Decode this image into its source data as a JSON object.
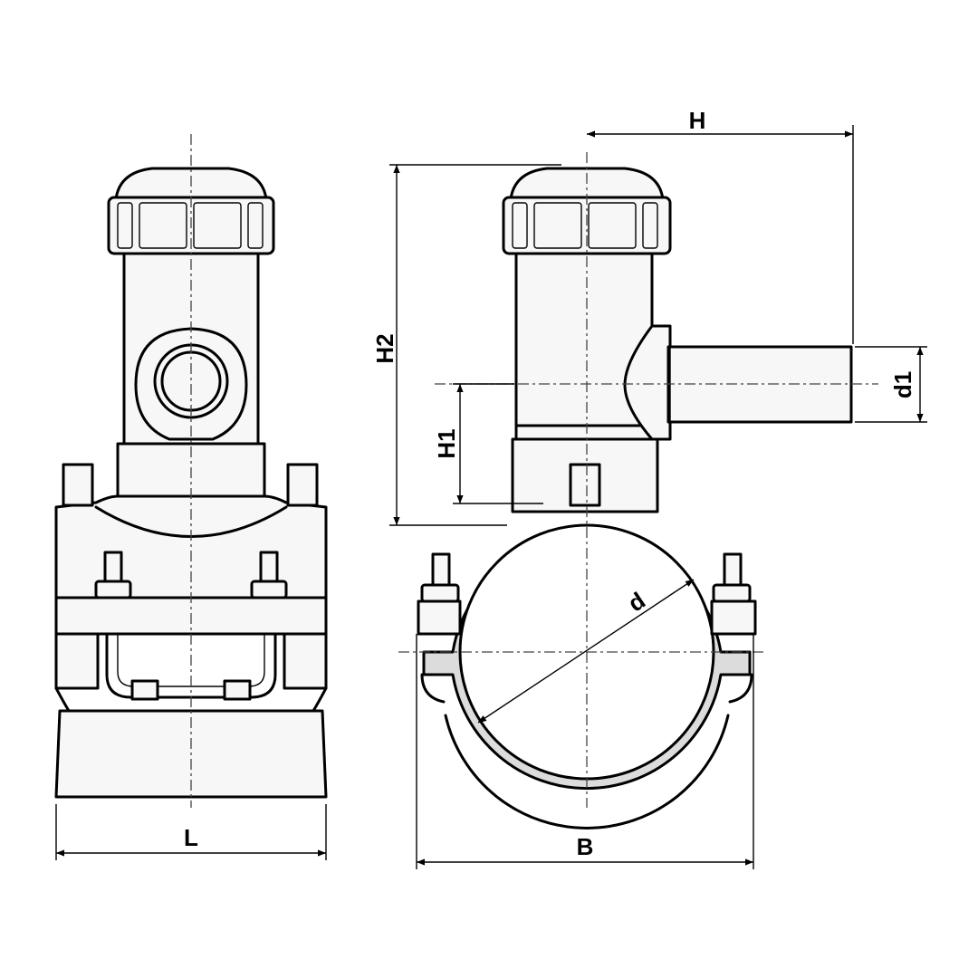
{
  "labels": {
    "L": "L",
    "B": "B",
    "H": "H",
    "H1": "H1",
    "H2": "H2",
    "d": "d",
    "d1": "d1"
  }
}
